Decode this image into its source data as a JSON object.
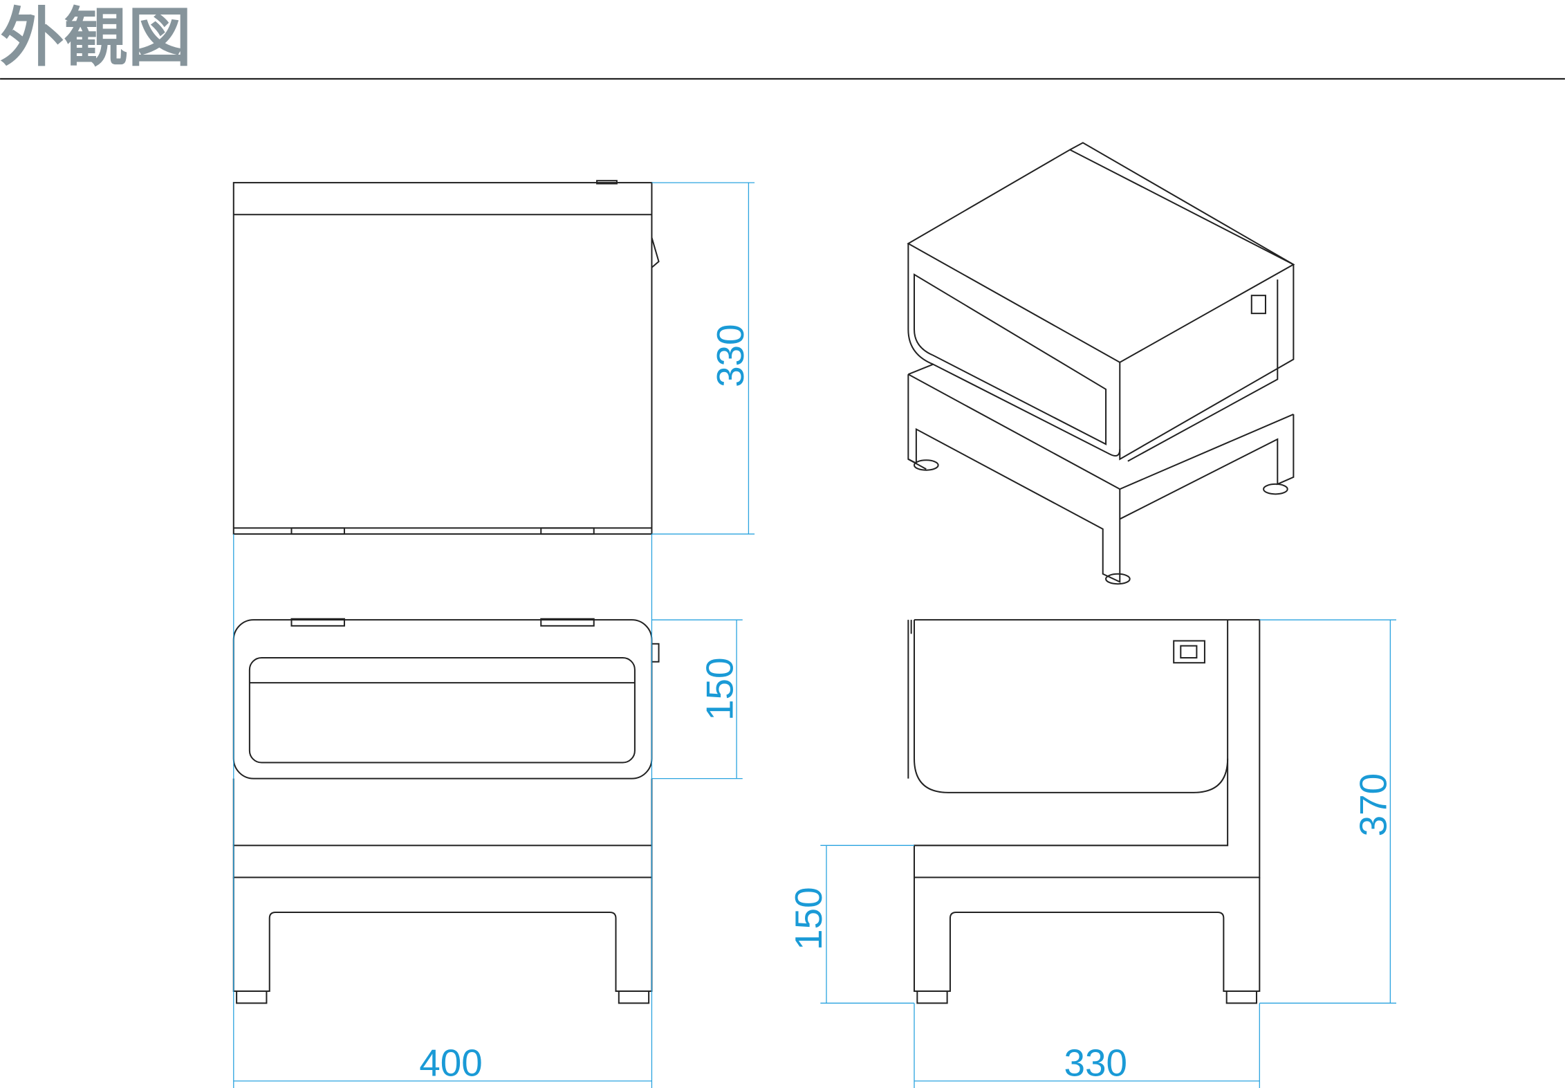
{
  "title": "外観図",
  "colors": {
    "title": "#86949b",
    "dimension": "#1a9ad6",
    "line": "#222222"
  },
  "dimensions": {
    "top_view_depth": "330",
    "front_upper_height": "150",
    "front_width": "400",
    "side_lower_height": "150",
    "side_total_height": "370",
    "side_depth": "330"
  }
}
